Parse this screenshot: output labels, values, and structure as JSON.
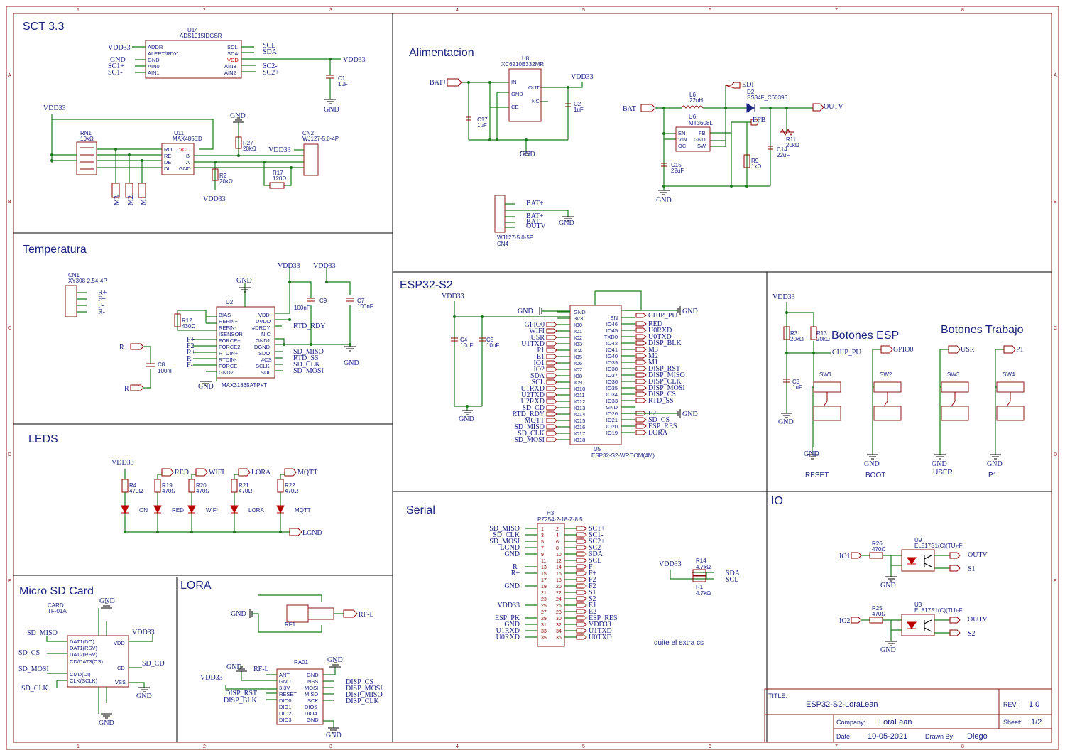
{
  "grid": {
    "cols": [
      "1",
      "2",
      "3",
      "4",
      "5",
      "6",
      "7",
      "8"
    ],
    "rows": [
      "A",
      "B",
      "C",
      "D",
      "E"
    ]
  },
  "sections": {
    "sct": "SCT 3.3",
    "alimentacion": "Alimentacion",
    "temperatura": "Temperatura",
    "esp32": "ESP32-S2",
    "leds": "LEDS",
    "serial": "Serial",
    "io": "IO",
    "microsd": "Micro SD Card",
    "lora": "LORA",
    "botones_esp": "Botones ESP",
    "botones_trabajo": "Botones Trabajo"
  },
  "sct": {
    "ref": "U14",
    "part": "ADS1015IDGSR",
    "pins_left": [
      "ADDR",
      "ALERT/RDY",
      "GND",
      "AIN0",
      "AIN1"
    ],
    "pins_right": [
      "SCL",
      "SDA",
      "VDD",
      "AIN3",
      "AIN2"
    ],
    "nets_left": [
      "VDD33",
      "GND",
      "SC1+",
      "SC1-"
    ],
    "nets_right": [
      "SCL",
      "SDA",
      "VDD33",
      "SC2-",
      "SC2+"
    ],
    "c1": "C1",
    "c1v": "1uF",
    "gnd": "GND",
    "vdd_top": "VDD33",
    "rn1": "RN1",
    "rn1v": "10kΩ",
    "u11": "U11",
    "u11p": "MAX485ED",
    "u11_left": [
      "RO",
      "RE",
      "DE",
      "DI"
    ],
    "u11_right": [
      "VCC",
      "B",
      "A",
      "GND"
    ],
    "r27": "R27",
    "r27v": "20kΩ",
    "r2": "R2",
    "r2v": "20kΩ",
    "r17": "R17",
    "r17v": "120Ω",
    "cn2": "CN2",
    "cn2p": "WJ127-5.0-4P",
    "m_labels": [
      "M3",
      "M2",
      "M1"
    ],
    "vdd_r2": "VDD33",
    "vdd_cn2": "VDD33",
    "gnd_r27": "GND"
  },
  "alim": {
    "u8": "U8",
    "u8p": "XC6210B332MR",
    "u8_left": [
      "IN",
      "GND",
      "CE"
    ],
    "u8_right": [
      "OUT",
      "NC"
    ],
    "bat_plus": "BAT+",
    "vdd": "VDD33",
    "c17": "C17",
    "c17v": "1uF",
    "c2": "C2",
    "c2v": "1uF",
    "gnd": "GND",
    "bat": "BAT",
    "l6": "L6",
    "l6v": "22uH",
    "d2": "D2",
    "d2p": "SS34F_C60396",
    "edi": "EDI",
    "outv": "OUTV",
    "u6": "U6",
    "u6p": "MT3608L",
    "u6_left": [
      "EN",
      "VIN",
      "OC"
    ],
    "u6_right": [
      "FB",
      "GND",
      "SW"
    ],
    "efb": "EFB",
    "r11": "R11",
    "r11v": "20kΩ",
    "c14": "C14",
    "c14v": "22uF",
    "r9": "R9",
    "r9v": "1kΩ",
    "c15": "C15",
    "c15v": "22uF",
    "cn4": "CN4",
    "cn4p": "WJ127-5.0-5P",
    "cn4_nets": [
      "BAT+",
      "BAT+",
      "BAT",
      "OUTV"
    ]
  },
  "temp": {
    "cn1": "CN1",
    "cn1p": "XY308-2.54-4P",
    "cn1_nets": [
      "R+",
      "F+",
      "F-",
      "R-"
    ],
    "u2": "U2",
    "u2p": "MAX31865ATP+T",
    "u2_left": [
      "BIAS",
      "REFIN+",
      "REFIN-",
      "ISENSOR",
      "FORCE+",
      "FORCE2",
      "RTDIN+",
      "RTDIN-",
      "FORCE-",
      "GND2"
    ],
    "u2_right": [
      "VDD",
      "DVDD",
      "#DRDY",
      "N.C",
      "GND1",
      "DGND",
      "SDO",
      "#CS",
      "SCLK",
      "SDI"
    ],
    "left_nets": [
      "F+",
      "F2",
      "R+",
      "R-",
      "F-"
    ],
    "right_nets": [
      "RTD_RDY",
      "SD_MISO",
      "RTD_SS",
      "SD_CLK",
      "SD_MOSI"
    ],
    "r12": "R12",
    "r12v": "430Ω",
    "c9": "C9",
    "c9v": "100nF",
    "c7": "C7",
    "c7v": "100nF",
    "c8": "C8",
    "c8v": "100nF",
    "vdd": "VDD33",
    "gnd": "GND",
    "rp": "R+",
    "rm": "R-"
  },
  "esp": {
    "u5": "U5",
    "u5p": "ESP32-S2-WROOM(4M)",
    "left_pins": [
      "GND",
      "3V3",
      "IO0",
      "IO1",
      "IO2",
      "IO3",
      "IO4",
      "IO5",
      "IO6",
      "IO7",
      "IO8",
      "IO9",
      "IO10",
      "IO11",
      "IO12",
      "IO13",
      "IO14",
      "IO15",
      "IO16",
      "IO17",
      "IO18"
    ],
    "left_nets": [
      "GND",
      "",
      "GPIO0",
      "WIFI",
      "USR",
      "U1TXD",
      "P1",
      "E1",
      "IO1",
      "IO2",
      "SDA",
      "SCL",
      "U1RXD",
      "U2TXD",
      "U2RXD",
      "SD_CD",
      "RTD_RDY",
      "MQTT",
      "SD_MISO",
      "SD_CLK",
      "SD_MOSI"
    ],
    "right_pins": [
      "EN",
      "IO46",
      "IO45",
      "TXD0",
      "IO42",
      "IO41",
      "IO40",
      "IO39",
      "IO38",
      "IO37",
      "IO36",
      "IO35",
      "IO34",
      "IO33",
      "GND",
      "IO26",
      "IO21",
      "IO20",
      "IO19"
    ],
    "right_nets": [
      "CHIP_PU",
      "",
      "RED",
      "U0RXD",
      "U0TXD",
      "DISP_BLK",
      "M3",
      "M2",
      "M1",
      "DISP_RST",
      "DISP_MISO",
      "DISP_CLK",
      "DISP_MOSI",
      "DISP_CS",
      "RTD_SS",
      "GND",
      "E2",
      "SD_CS",
      "ESP_RES",
      "LORA"
    ],
    "c4": "C4",
    "c4v": "10uF",
    "c5": "C5",
    "c5v": "10uF",
    "vdd": "VDD33",
    "gnd": "GND"
  },
  "botones": {
    "vdd": "VDD33",
    "r3": "R3",
    "r3v": "20kΩ",
    "r13": "R13",
    "r13v": "20kΩ",
    "c3": "C3",
    "c3v": "1uF",
    "chip_pu": "CHIP_PU",
    "switches": [
      {
        "ref": "SW1",
        "net": "",
        "label": "RESET"
      },
      {
        "ref": "SW2",
        "net": "GPIO0",
        "label": "BOOT"
      },
      {
        "ref": "SW3",
        "net": "USR",
        "label": "USER"
      },
      {
        "ref": "SW4",
        "net": "P1",
        "label": "P1"
      }
    ],
    "gnd": "GND"
  },
  "leds": {
    "vdd": "VDD33",
    "items": [
      {
        "r": "R4",
        "rv": "470Ω",
        "net": "",
        "label": "ON"
      },
      {
        "r": "R19",
        "rv": "470Ω",
        "net": "RED",
        "label": "RED"
      },
      {
        "r": "R20",
        "rv": "470Ω",
        "net": "WIFI",
        "label": "WIFI"
      },
      {
        "r": "R21",
        "rv": "470Ω",
        "net": "LORA",
        "label": "LORA"
      },
      {
        "r": "R22",
        "rv": "470Ω",
        "net": "MQTT",
        "label": "MQTT"
      }
    ],
    "lgnd": "LGND"
  },
  "serial": {
    "h3": "H3",
    "h3p": "PZ254-2-18-Z-8.5",
    "left_nets": [
      "SD_MISO",
      "SD_CLK",
      "SD_MOSI",
      "LGND",
      "GND",
      "",
      "R-",
      "R+",
      "",
      "GND",
      "",
      "",
      "VDD33",
      "",
      "ESP_PK",
      "GND",
      "U1RXD",
      "U0RXD"
    ],
    "right_nets": [
      "SC1+",
      "SC1-",
      "SC2+",
      "SC2-",
      "SDA",
      "SCL",
      "F-",
      "F+",
      "F2",
      "F2",
      "S1",
      "S2",
      "E1",
      "E2",
      "ESP_RES",
      "VDD33",
      "U1TXD",
      "U0TXD"
    ],
    "r14": "R14",
    "r14v": "4.7kΩ",
    "r1": "R1",
    "r1v": "4.7kΩ",
    "sda": "SDA",
    "scl": "SCL",
    "vdd": "VDD33",
    "note": "quite el extra cs"
  },
  "io": {
    "items": [
      {
        "in": "IO1",
        "r": "R26",
        "rv": "470Ω",
        "u": "U9",
        "up": "EL817S1(C)(TU)-F",
        "out": "OUTV",
        "s": "S1"
      },
      {
        "in": "IO2",
        "r": "R25",
        "rv": "470Ω",
        "u": "U3",
        "up": "EL817S1(C)(TU)-F",
        "out": "OUTV",
        "s": "S2"
      }
    ],
    "gnd": "GND"
  },
  "sd": {
    "card": "CARD",
    "part": "TF-01A",
    "left_pins": [
      "DAT1(DO)",
      "DAT1(RSV)",
      "DAT2(RSV)",
      "CD/DAT3(CS)",
      "CMD(DI)",
      "CLK(SCLK)"
    ],
    "right_pins": [
      "VDD",
      "CD",
      "VSS"
    ],
    "nets": [
      "SD_MISO",
      "SD_CS",
      "SD_MOSI",
      "SD_CLK"
    ],
    "vdd": "VDD33",
    "sd_cd": "SD_CD",
    "gnd": "GND"
  },
  "lora": {
    "rf1": "RF1",
    "rfl": "RF-L",
    "gnd": "GND",
    "ra01": "RA01",
    "left_pins": [
      "ANT",
      "GND",
      "3.3V",
      "RESET",
      "DIO0",
      "DIO1",
      "DIO2",
      "DIO3"
    ],
    "right_pins": [
      "GND",
      "NSS",
      "MOSI",
      "MISO",
      "SCK",
      "DIO5",
      "DIO4",
      "GND"
    ],
    "left_nets": [
      "RF-L",
      "",
      "",
      "DISP_RST",
      "DISP_BLK"
    ],
    "right_nets": [
      "DISP_CS",
      "DISP_MOSI",
      "DISP_MISO",
      "DISP_CLK"
    ],
    "vdd": "VDD33"
  },
  "titleblock": {
    "title_k": "TITLE:",
    "title_v": "ESP32-S2-LoraLean",
    "rev_k": "REV:",
    "rev_v": "1.0",
    "company_k": "Company:",
    "company_v": "LoraLean",
    "sheet_k": "Sheet:",
    "sheet_v": "1/2",
    "date_k": "Date:",
    "date_v": "10-05-2021",
    "drawn_k": "Drawn By:",
    "drawn_v": "Diego"
  }
}
